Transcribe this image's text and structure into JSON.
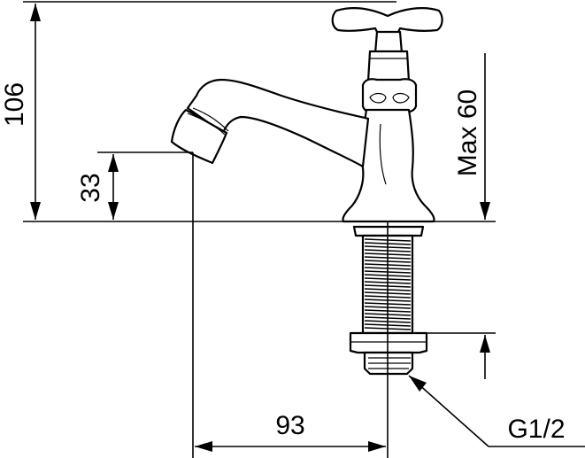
{
  "dimensions": {
    "total_height": "106",
    "spout_height": "33",
    "max_deck_thickness": "Max 60",
    "spout_reach": "93",
    "thread": "G1/2"
  },
  "colors": {
    "line": "#000000",
    "background": "#ffffff"
  }
}
